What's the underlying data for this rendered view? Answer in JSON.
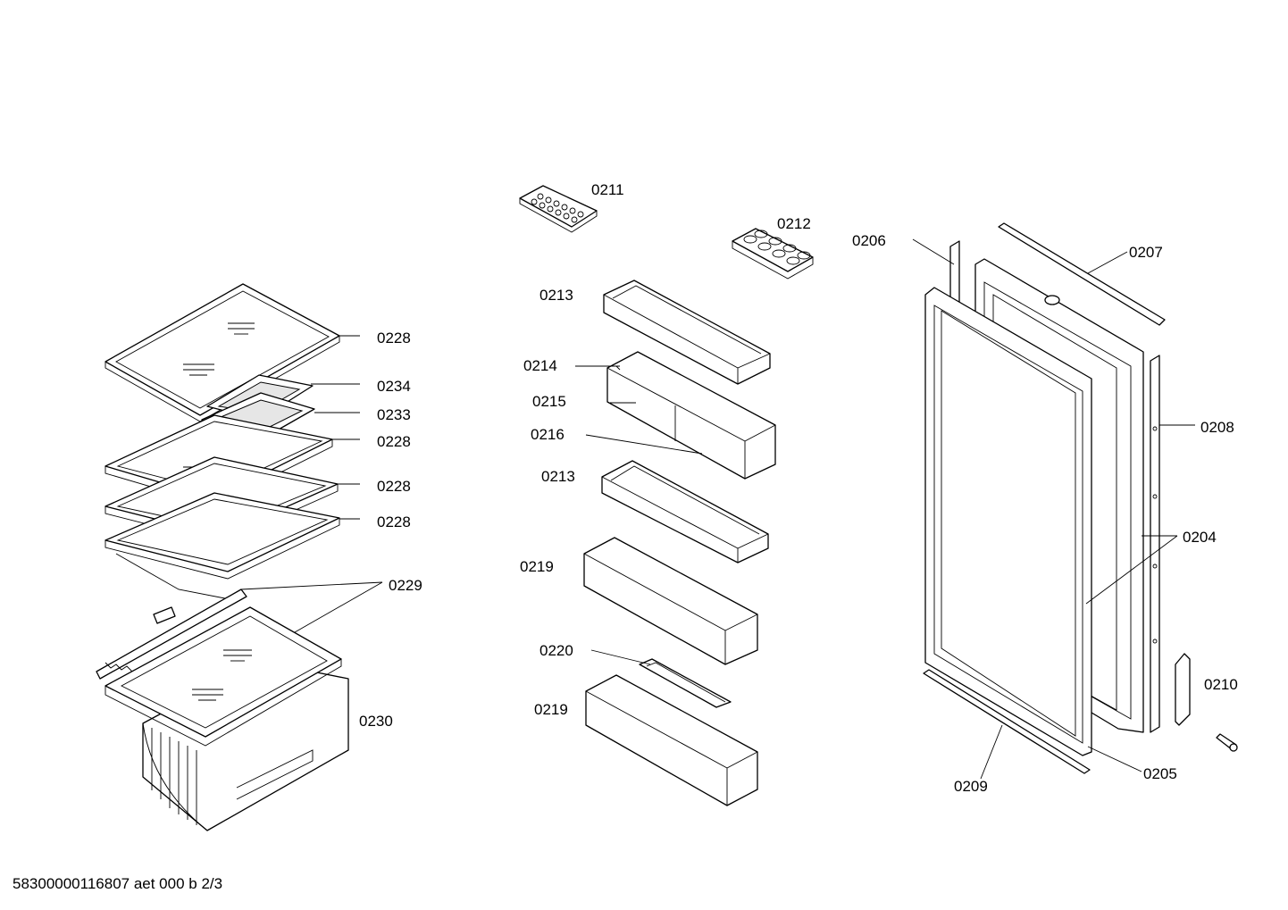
{
  "labels": {
    "l_0211": "0211",
    "l_0212": "0212",
    "l_0213a": "0213",
    "l_0214": "0214",
    "l_0215": "0215",
    "l_0216": "0216",
    "l_0213b": "0213",
    "l_0219a": "0219",
    "l_0220": "0220",
    "l_0219b": "0219",
    "l_0228a": "0228",
    "l_0234": "0234",
    "l_0233": "0233",
    "l_0228b": "0228",
    "l_0228c": "0228",
    "l_0228d": "0228",
    "l_0229": "0229",
    "l_0230": "0230",
    "l_0206": "0206",
    "l_0207": "0207",
    "l_0208": "0208",
    "l_0204": "0204",
    "l_0210": "0210",
    "l_0209": "0209",
    "l_0205": "0205"
  },
  "footer": "58300000116807 aet 000 b 2/3"
}
